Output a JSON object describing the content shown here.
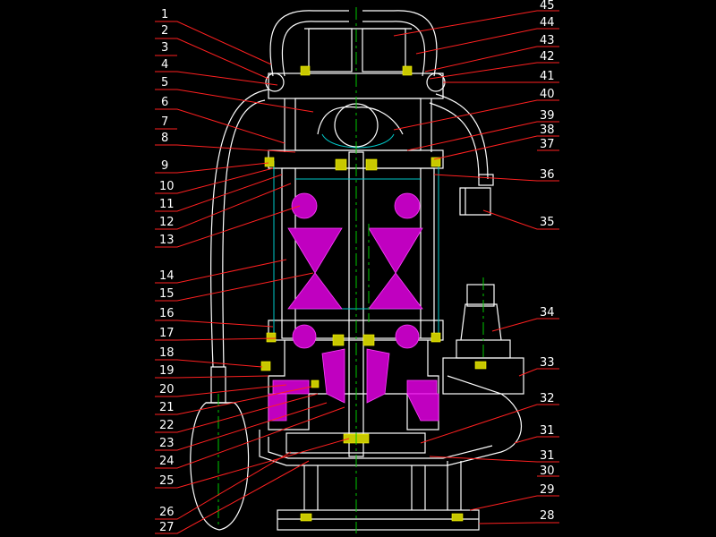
{
  "drawing": {
    "labels_left": [
      "1",
      "2",
      "3",
      "4",
      "5",
      "6",
      "7",
      "8",
      "9",
      "10",
      "11",
      "12",
      "13",
      "14",
      "15",
      "16",
      "17",
      "18",
      "19",
      "20",
      "21",
      "22",
      "23",
      "24",
      "25",
      "26",
      "27"
    ],
    "labels_right": [
      "45",
      "44",
      "43",
      "42",
      "41",
      "40",
      "39",
      "38",
      "37",
      "36",
      "35",
      "34",
      "33",
      "32",
      "31",
      "31",
      "30",
      "29",
      "28"
    ],
    "colors": {
      "background": "#000000",
      "outline": "#ffffff",
      "leaders": "#ff2020",
      "hatch": "#c000c0",
      "centerline": "#00c800",
      "fasteners": "#c8c800",
      "hidden": "#00c8c8"
    }
  }
}
